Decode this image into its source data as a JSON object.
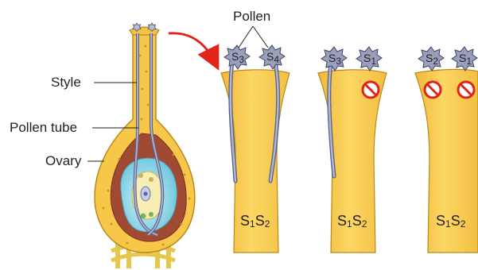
{
  "labels": {
    "pollen": "Pollen",
    "style": "Style",
    "pollen_tube": "Pollen tube",
    "ovary": "Ovary"
  },
  "panels": [
    {
      "grains": [
        {
          "letter": "S",
          "sub": "3"
        },
        {
          "letter": "S",
          "sub": "4"
        }
      ],
      "genotype": {
        "a": "S",
        "a_sub": "1",
        "b": "S",
        "b_sub": "2"
      },
      "outcome": [
        "tube-grows",
        "tube-grows"
      ]
    },
    {
      "grains": [
        {
          "letter": "S",
          "sub": "3"
        },
        {
          "letter": "S",
          "sub": "1"
        }
      ],
      "genotype": {
        "a": "S",
        "a_sub": "1",
        "b": "S",
        "b_sub": "2"
      },
      "outcome": [
        "tube-grows",
        "blocked"
      ]
    },
    {
      "grains": [
        {
          "letter": "S",
          "sub": "2"
        },
        {
          "letter": "S",
          "sub": "1"
        }
      ],
      "genotype": {
        "a": "S",
        "a_sub": "1",
        "b": "S",
        "b_sub": "2"
      },
      "outcome": [
        "blocked",
        "blocked"
      ]
    }
  ],
  "icons": {
    "pollen_grain": "pollen-grain-icon",
    "no_entry": "no-entry-icon",
    "arrow": "curved-arrow-icon"
  },
  "colors": {
    "style_yellow": "#f7c94a",
    "style_outline": "#b88a1c",
    "ovary_brown": "#a04a33",
    "ovule_blue": "#8fd3e8",
    "tube_gray": "#8a8fa6",
    "grain_gray": "#9aa0bb",
    "no_entry_red": "#e2231a",
    "arrow_red": "#e2231a"
  }
}
